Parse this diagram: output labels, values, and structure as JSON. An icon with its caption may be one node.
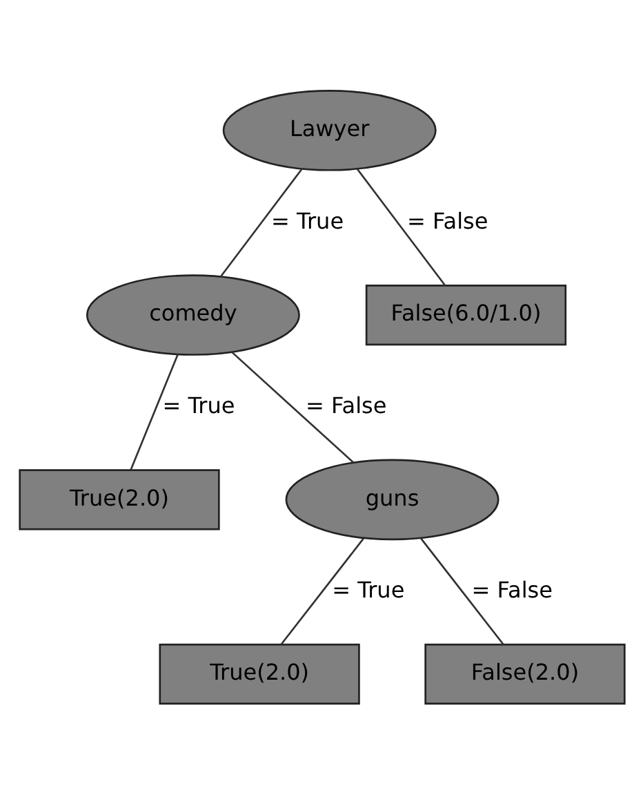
{
  "diagram": {
    "nodes": [
      {
        "text": [
          "Lawyer"
        ]
      },
      {
        "text": [
          "comedy"
        ]
      },
      {
        "text": [
          "False(6.0/1.0)"
        ]
      },
      {
        "text": [
          "True(2.0)"
        ]
      },
      {
        "text": [
          "guns"
        ]
      },
      {
        "text": [
          "True(2.0)"
        ]
      },
      {
        "text": [
          "False(2.0)"
        ]
      }
    ],
    "edges": [
      {
        "from": 0,
        "to": 1,
        "arrow": "none",
        "label": "= True"
      },
      {
        "from": 0,
        "to": 2,
        "arrow": "none",
        "label": "= False"
      },
      {
        "from": 1,
        "to": 3,
        "arrow": "none",
        "label": "= True"
      },
      {
        "from": 1,
        "to": 4,
        "arrow": "none",
        "label": "= False"
      },
      {
        "from": 4,
        "to": 5,
        "arrow": "none",
        "label": "= True"
      },
      {
        "from": 4,
        "to": 6,
        "arrow": "none",
        "label": "= False"
      }
    ]
  }
}
